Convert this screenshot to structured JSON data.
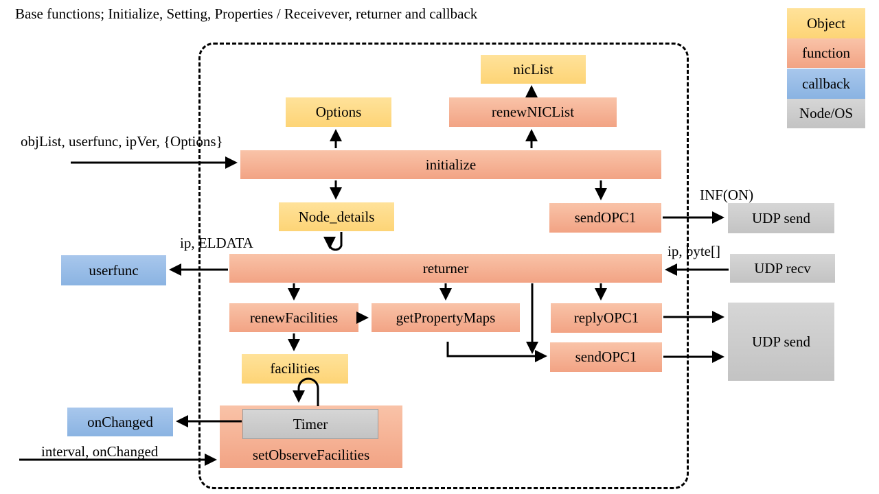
{
  "title": "Base functions; Initialize, Setting, Properties / Receivever, returner and callback",
  "legend": {
    "object": "Object",
    "function": "function",
    "callback": "callback",
    "node_os": "Node/OS"
  },
  "nodes": {
    "nicList": "nicList",
    "renewNICList": "renewNICList",
    "options": "Options",
    "initialize": "initialize",
    "node_details": "Node_details",
    "sendOPC1_top": "sendOPC1",
    "udp_send_top": "UDP send",
    "userfunc": "userfunc",
    "returner": "returner",
    "udp_recv": "UDP recv",
    "renewFacilities": "renewFacilities",
    "getPropertyMaps": "getPropertyMaps",
    "replyOPC1": "replyOPC1",
    "sendOPC1_bottom": "sendOPC1",
    "udp_send_bottom": "UDP send",
    "facilities": "facilities",
    "onChanged": "onChanged",
    "timer": "Timer",
    "setObserveFacilities": "setObserveFacilities"
  },
  "edge_labels": {
    "init_args": "objList, userfunc, ipVer, {Options}",
    "inf_on": "INF(ON)",
    "ip_eldata": "ip, ELDATA",
    "ip_bytes": "ip, byte[]",
    "interval_args": "interval, onChanged"
  },
  "colors": {
    "object": "#fdd476",
    "function": "#f2a384",
    "callback": "#8ab3e2",
    "node_os": "#c3c3c3"
  }
}
